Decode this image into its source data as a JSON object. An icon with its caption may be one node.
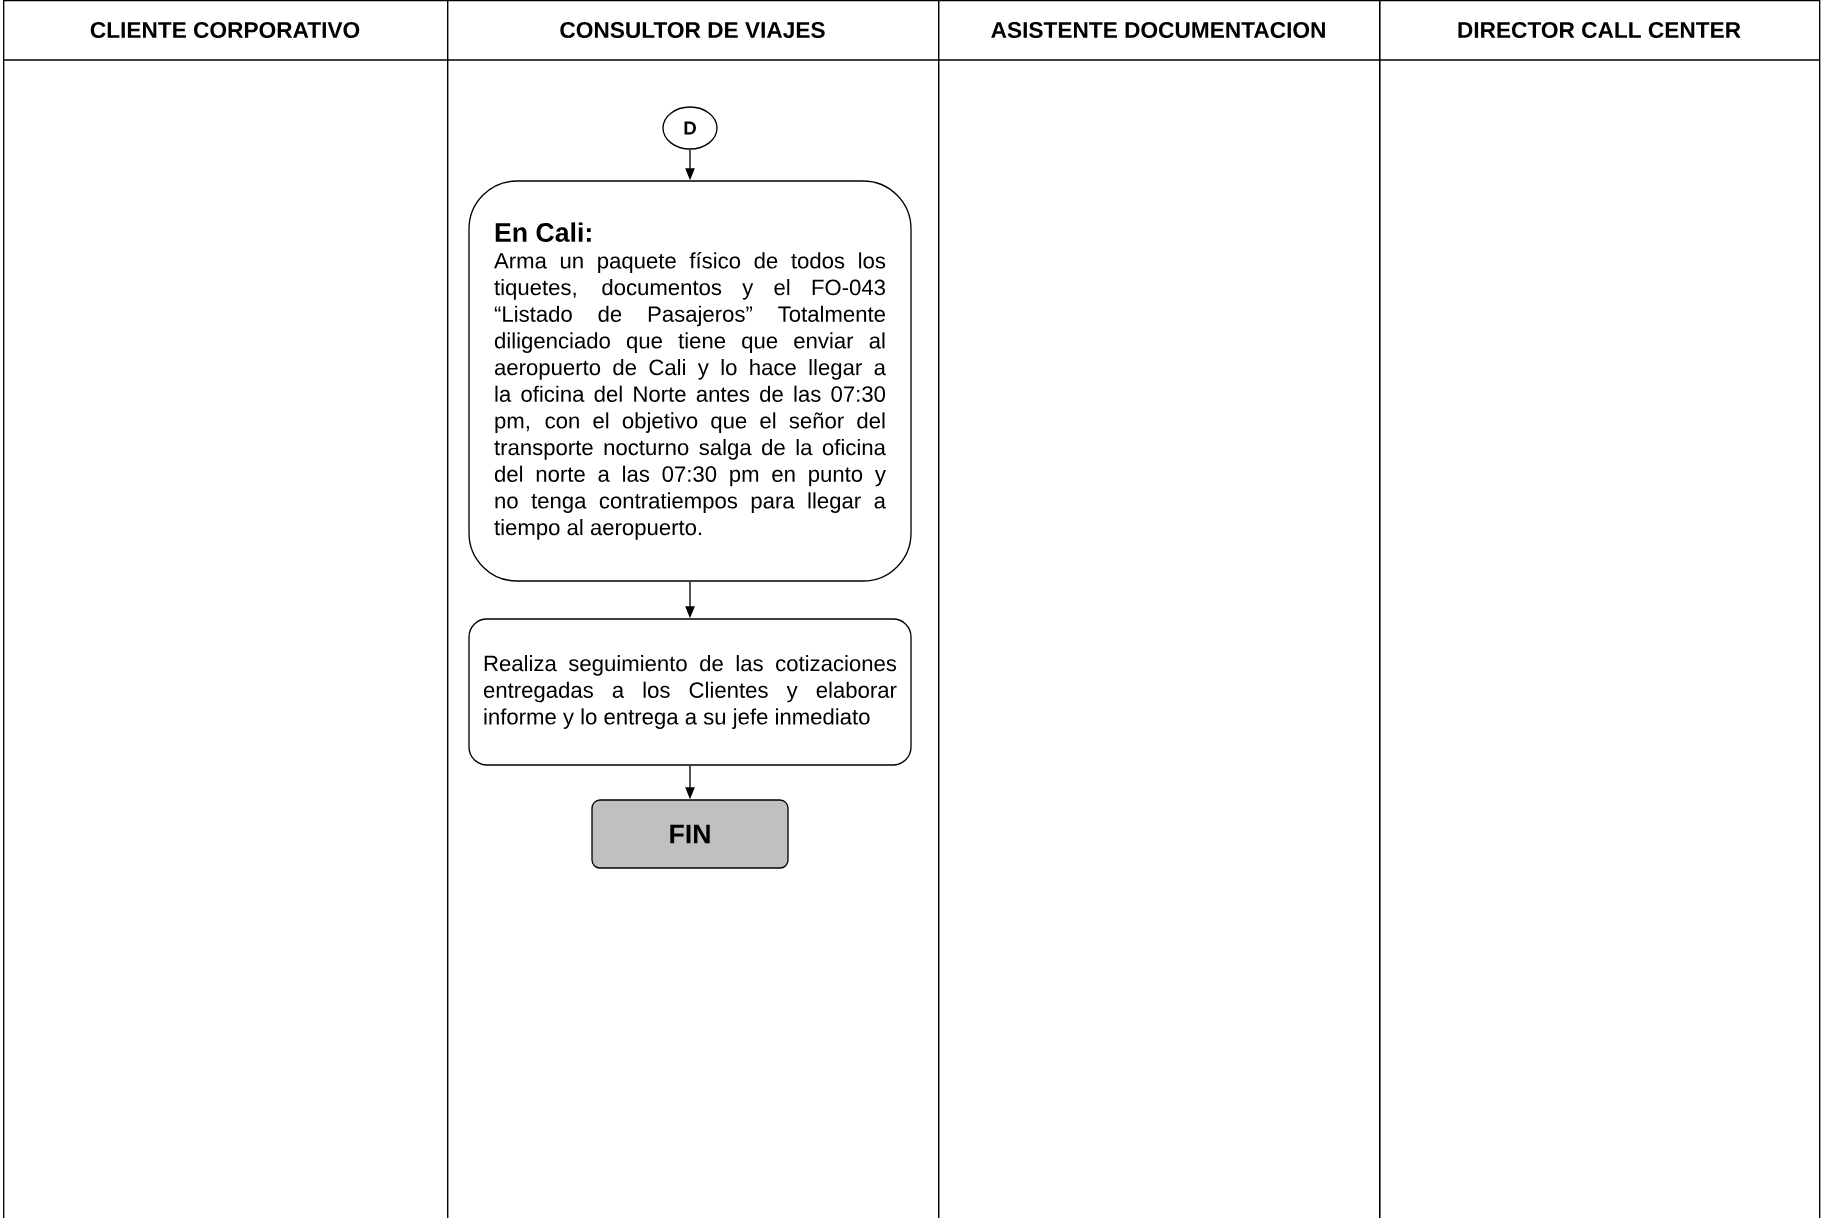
{
  "diagram": {
    "nodes": [
      {
        "text": [
          "CLIENTE CORPORATIVO"
        ]
      },
      {
        "text": [
          "CONSULTOR DE VIAJES"
        ]
      },
      {
        "text": [
          "ASISTENTE DOCUMENTACION"
        ]
      },
      {
        "text": [
          "DIRECTOR CALL CENTER"
        ]
      },
      {
        "text": [
          "D"
        ],
        "in": 1
      },
      {
        "text": [
          "En Cali:",
          "Arma un paquete físico de todos los tiquetes, documentos  y el FO-043 “Listado de Pasajeros” Totalmente diligenciado que tiene que enviar al aeropuerto de Cali y lo hace llegar a la oficina del Norte antes de las 07:30 pm, con el objetivo que el señor del transporte nocturno salga de la oficina del norte a las 07:30 pm en punto y no tenga contratiempos para llegar a tiempo al aeropuerto."
        ],
        "in": 1
      },
      {
        "text": [
          "Realiza seguimiento de las cotizaciones entregadas a los Clientes y elaborar informe y lo entrega a su jefe inmediato"
        ],
        "in": 1
      },
      {
        "text": [
          "FIN"
        ],
        "in": 1
      }
    ],
    "edges": [
      {
        "from": 4,
        "to": 5,
        "arrow": "to"
      },
      {
        "from": 5,
        "to": 6,
        "arrow": "to"
      },
      {
        "from": 6,
        "to": 7,
        "arrow": "to"
      }
    ]
  }
}
